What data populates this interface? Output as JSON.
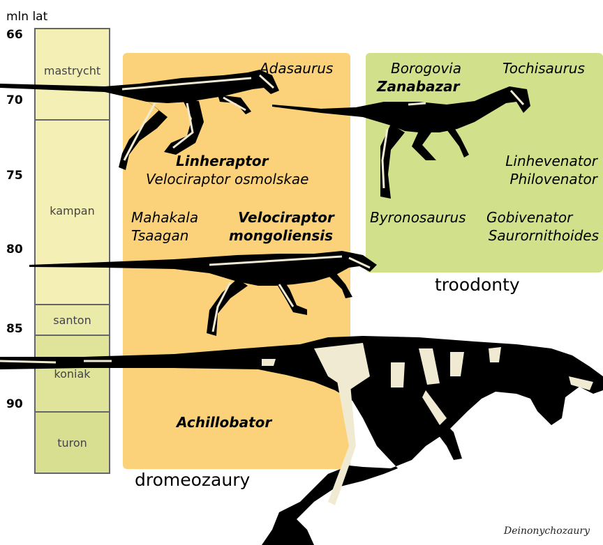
{
  "axis": {
    "unit": "mln lat",
    "ticks": [
      "66",
      "70",
      "75",
      "80",
      "85",
      "90"
    ]
  },
  "stages": [
    {
      "name": "mastrycht",
      "color": "#f3efb5"
    },
    {
      "name": "kampan",
      "color": "#f3efb5"
    },
    {
      "name": "santon",
      "color": "#eaeba9"
    },
    {
      "name": "koniak",
      "color": "#dfe49a"
    },
    {
      "name": "turon",
      "color": "#d8df91"
    }
  ],
  "dromaeosaurs": {
    "label": "dromeozaury",
    "color": "#fbd27a",
    "taxa": {
      "adasaurus": "Adasaurus",
      "linheraptor": "Linheraptor",
      "v_osmolskae": "Velociraptor osmolskae",
      "mahakala": "Mahakala",
      "tsaagan": "Tsaagan",
      "velociraptor": "Velociraptor",
      "mongoliensis": "mongoliensis",
      "achillobator": "Achillobator"
    }
  },
  "troodontids": {
    "label": "troodonty",
    "color": "#d1e08a",
    "taxa": {
      "borogovia": "Borogovia",
      "tochisaurus": "Tochisaurus",
      "zanabazar": "Zanabazar",
      "linhevenator": "Linhevenator",
      "philovenator": "Philovenator",
      "byronosaurus": "Byronosaurus",
      "gobivenator": "Gobivenator",
      "saurornithoides": "Saurornithoides"
    }
  },
  "colors": {
    "silhouette": "#000000",
    "bone": "#f1ead3"
  },
  "credit": "Deinonychozaury"
}
